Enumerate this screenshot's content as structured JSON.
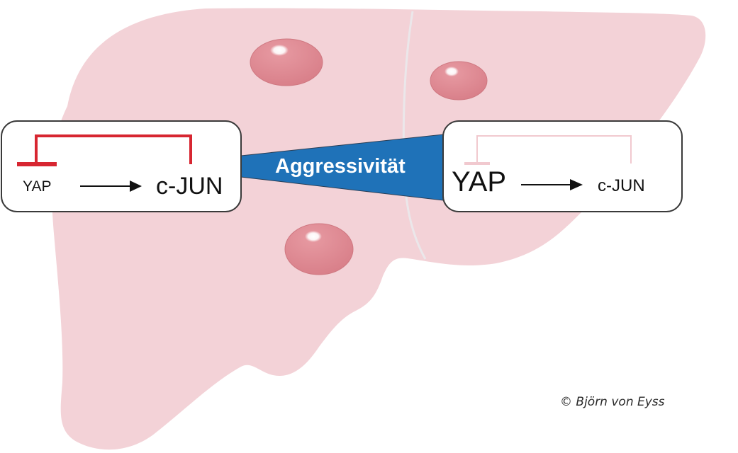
{
  "figure": {
    "subject": "liver with tumors",
    "colors": {
      "liver": "#f3d2d7",
      "lobe_divider": "#eae6e8",
      "tumor": "#dd8790",
      "tumor_edge": "#c9717b",
      "tumor_highlight": "#ffffff",
      "banner": "#1f72b8",
      "inhibition_strong": "#d72631",
      "inhibition_weak": "#f1c9cf",
      "box_border": "#3a3a3a",
      "box_fill": "#ffffff",
      "text": "#111111"
    },
    "tumors": [
      {
        "name": "tumor-top-left"
      },
      {
        "name": "tumor-top-right"
      },
      {
        "name": "tumor-bottom"
      }
    ]
  },
  "left_box": {
    "source_label": "YAP",
    "target_label": "c-JUN",
    "activation": "YAP activates c-JUN",
    "feedback": "c-JUN inhibits YAP (strong)"
  },
  "banner": {
    "label": "Aggressivität"
  },
  "right_box": {
    "source_label": "YAP",
    "target_label": "c-JUN",
    "activation": "YAP activates c-JUN",
    "feedback": "c-JUN inhibits YAP (weak)"
  },
  "credit": "© Björn von Eyss"
}
